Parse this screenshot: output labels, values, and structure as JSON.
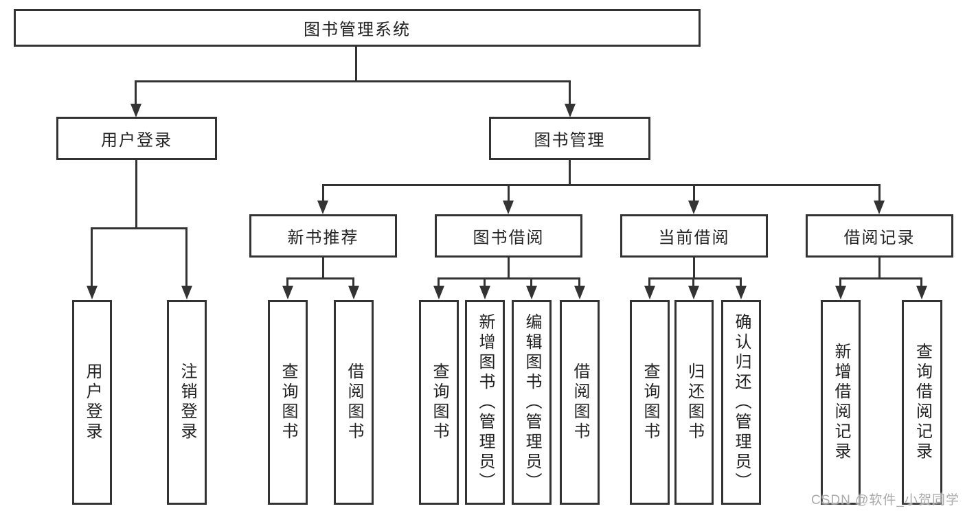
{
  "watermark": "CSDN @软件_小贺同学",
  "colors": {
    "line": "#333333",
    "text": "#222222",
    "background": "#ffffff",
    "watermark": "#ababab"
  },
  "tree": {
    "root": {
      "label": "图书管理系统",
      "children": [
        {
          "label": "用户登录",
          "children": [
            {
              "label": "用户登录"
            },
            {
              "label": "注销登录"
            }
          ]
        },
        {
          "label": "图书管理",
          "children": [
            {
              "label": "新书推荐",
              "children": [
                {
                  "label": "查询图书"
                },
                {
                  "label": "借阅图书"
                }
              ]
            },
            {
              "label": "图书借阅",
              "children": [
                {
                  "label": "查询图书"
                },
                {
                  "label": "新增图书（管理员）"
                },
                {
                  "label": "编辑图书（管理员）"
                },
                {
                  "label": "借阅图书"
                }
              ]
            },
            {
              "label": "当前借阅",
              "children": [
                {
                  "label": "查询图书"
                },
                {
                  "label": "归还图书"
                },
                {
                  "label": "确认归还（管理员）"
                }
              ]
            },
            {
              "label": "借阅记录",
              "children": [
                {
                  "label": "新增借阅记录"
                },
                {
                  "label": "查询借阅记录"
                }
              ]
            }
          ]
        }
      ]
    }
  }
}
